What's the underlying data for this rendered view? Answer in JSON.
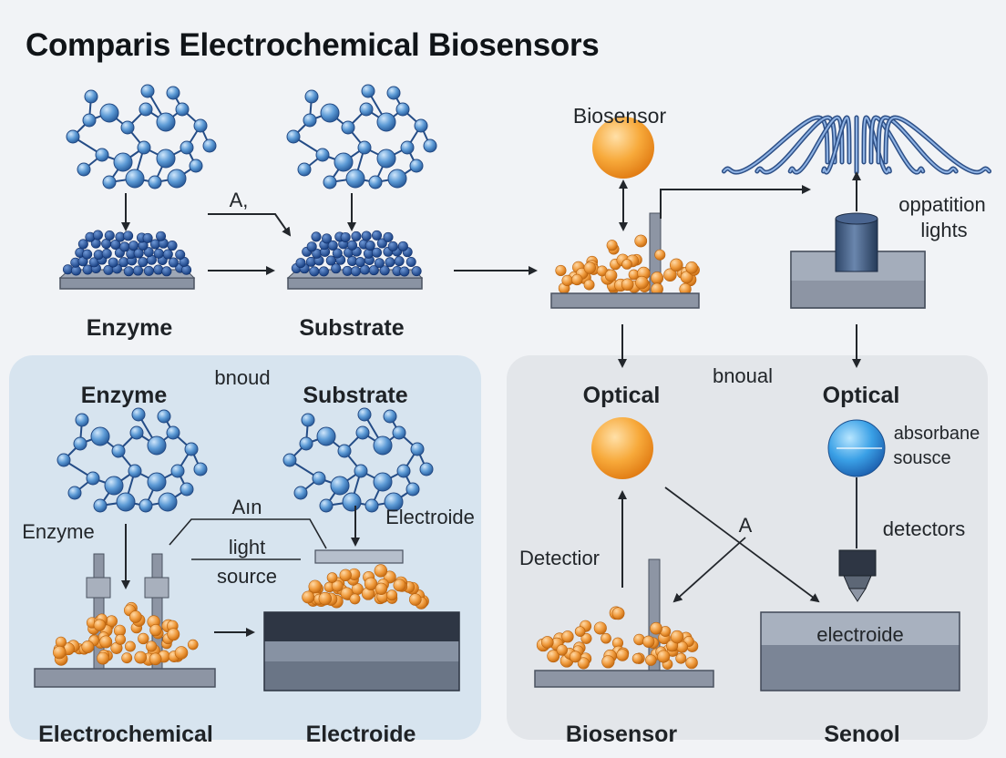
{
  "title": "Comparis Electrochemical Biosensors",
  "labels": {
    "enzyme_top": "Enzyme",
    "substrate_top": "Substrate",
    "arrow_a_top": "A,",
    "biosensor_top": "Biosensor",
    "oppatition": "oppatition",
    "lights": "lights",
    "bnoud_left": "bnoud",
    "enzyme_panel": "Enzyme",
    "substrate_panel": "Substrate",
    "enzyme_side": "Enzyme",
    "ain": "Aın",
    "light": "light",
    "source": "source",
    "electroide_panel": "Electroide",
    "bnoual": "bnoual",
    "optical_left": "Optical",
    "optical_right": "Optical",
    "absorbane": "absorbane",
    "sousce": "sousce",
    "arrow_a_right": "A",
    "detectors": "detectors",
    "detectior": "Detectior",
    "electroide_box": "electroide",
    "electrochemical": "Electrochemical",
    "electroide_bottom": "Electroide",
    "biosensor_bottom": "Biosensor",
    "senool": "Senool"
  },
  "colors": {
    "molecule_blue": "#4f8fd0",
    "dense_blue": "#1f4f9a",
    "orange_particle": "#ef9a3c",
    "optical_orange": "#f29a26",
    "absorbance_blue": "#3aa0e6",
    "platform_gray": "#7f8898",
    "electrode_dark": "#2e3644",
    "panel_left_bg": "#d7e4ef",
    "panel_right_bg": "#e3e6ea"
  }
}
